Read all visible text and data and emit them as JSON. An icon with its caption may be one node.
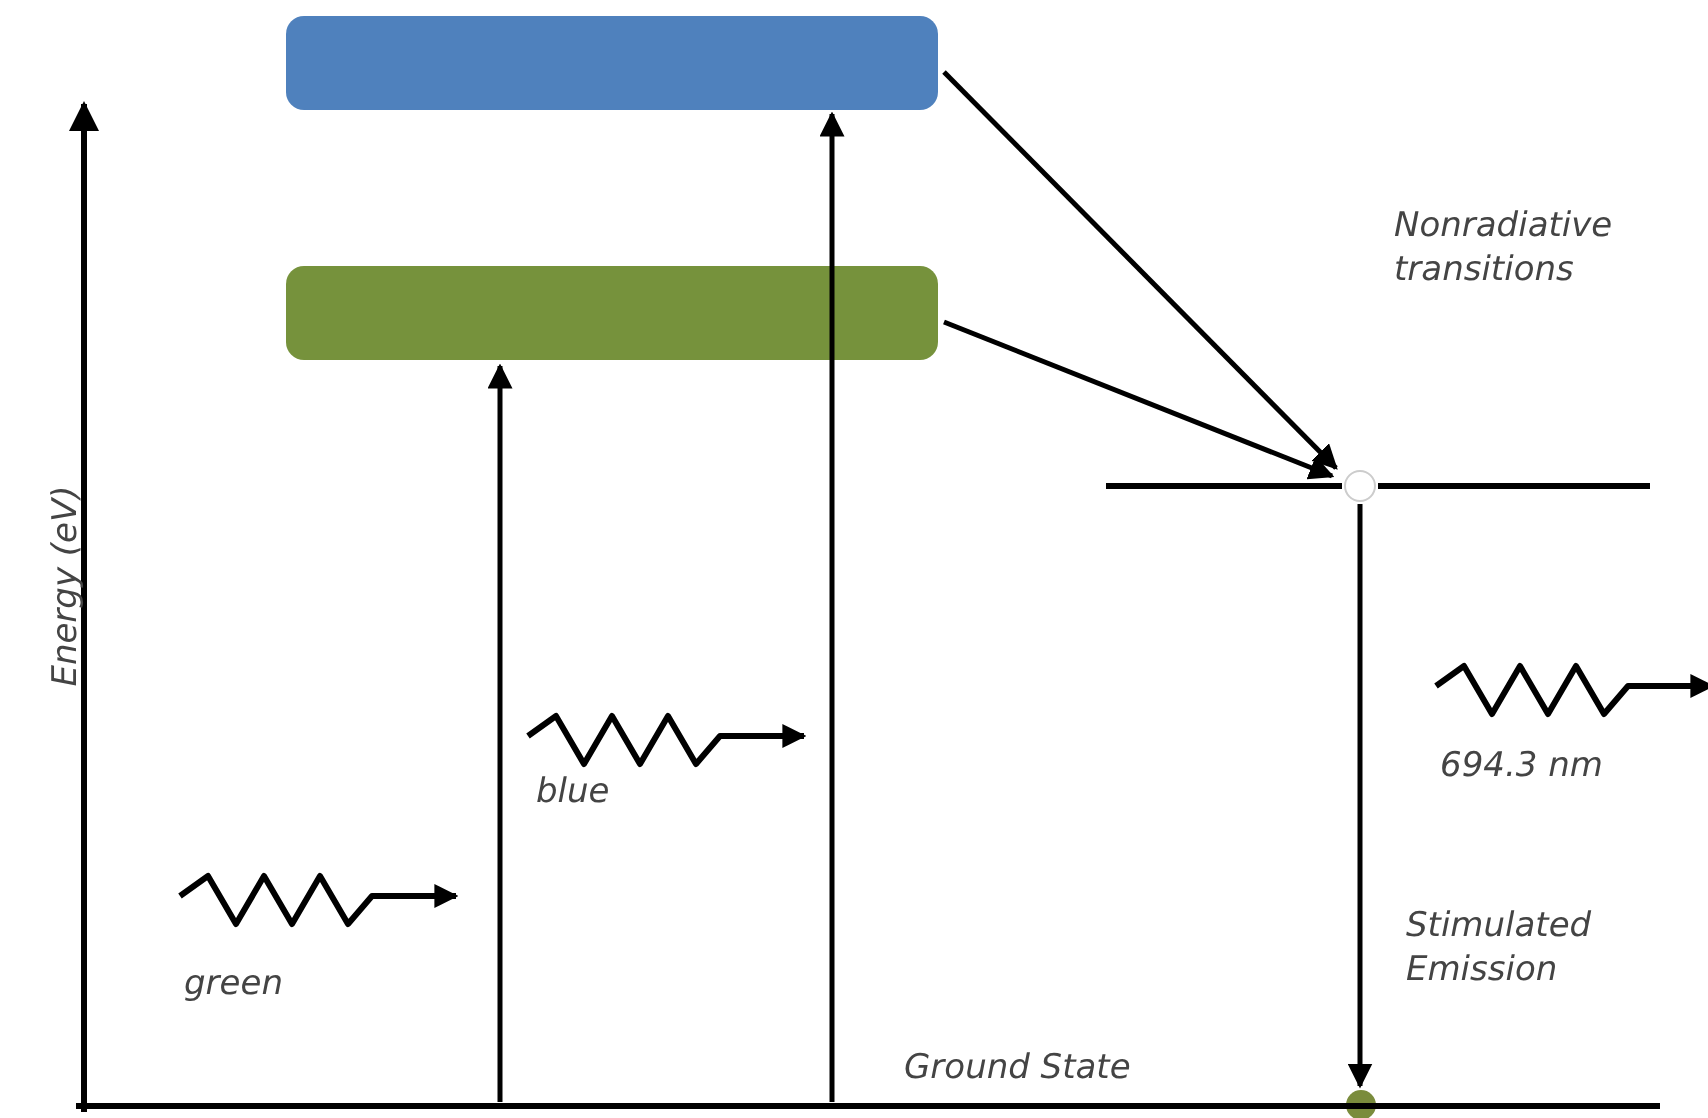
{
  "diagram": {
    "nodes": [
      {
        "text": [],
        "shape": "bar"
      },
      {
        "text": [],
        "shape": "bar"
      },
      {
        "text": [],
        "shape": "circle"
      },
      {
        "text": [],
        "shape": "circle"
      }
    ],
    "edges": [
      {
        "from": null,
        "to": 1,
        "arrow": "to"
      },
      {
        "from": null,
        "to": 0,
        "arrow": "to"
      },
      {
        "from": 0,
        "to": 2,
        "arrow": "to"
      },
      {
        "from": 1,
        "to": 2,
        "arrow": "to"
      },
      {
        "from": 2,
        "to": 3,
        "arrow": "to",
        "label": "Stimulated Emission"
      }
    ],
    "labels": [
      "Energy (eV)",
      "Nonradiative transitions",
      "blue",
      "694.3 nm",
      "green",
      "Ground State"
    ]
  }
}
